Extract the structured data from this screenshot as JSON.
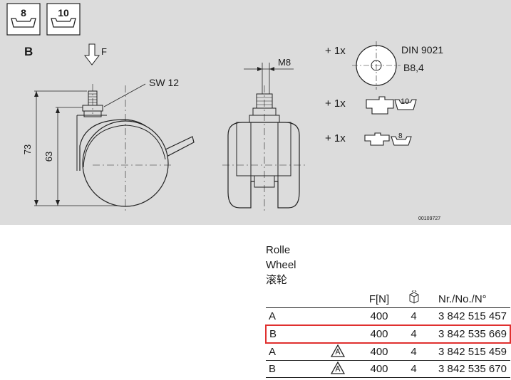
{
  "drawing": {
    "profile_badges": [
      "8",
      "10"
    ],
    "variant_label": "B",
    "force_label": "F",
    "wrench_label": "SW 12",
    "dim_total_height": "73",
    "dim_wheel_height": "63",
    "thread_label": "M8",
    "accessories": [
      {
        "qty": "+ 1x",
        "name": "DIN 9021",
        "spec": "B8,4"
      },
      {
        "qty": "+ 1x",
        "badge": "10"
      },
      {
        "qty": "+ 1x",
        "badge": "8"
      }
    ],
    "drawing_code": "00109727"
  },
  "titles": [
    "Rolle",
    "Wheel",
    "滚轮"
  ],
  "table": {
    "headers": {
      "variant": "",
      "esd": "",
      "force": "F[N]",
      "qty_icon": "box-quantity-icon",
      "part_no": "Nr./No./N°"
    },
    "rows": [
      {
        "variant": "A",
        "esd": false,
        "force": "400",
        "qty": "4",
        "part_no": "3 842 515 457",
        "highlight": false
      },
      {
        "variant": "B",
        "esd": false,
        "force": "400",
        "qty": "4",
        "part_no": "3 842 535 669",
        "highlight": true
      },
      {
        "variant": "A",
        "esd": true,
        "force": "400",
        "qty": "4",
        "part_no": "3 842 515 459",
        "highlight": false
      },
      {
        "variant": "B",
        "esd": true,
        "force": "400",
        "qty": "4",
        "part_no": "3 842 535 670",
        "highlight": false
      }
    ]
  },
  "colors": {
    "panel": "#dcdcdc",
    "highlight": "#e0302f"
  }
}
